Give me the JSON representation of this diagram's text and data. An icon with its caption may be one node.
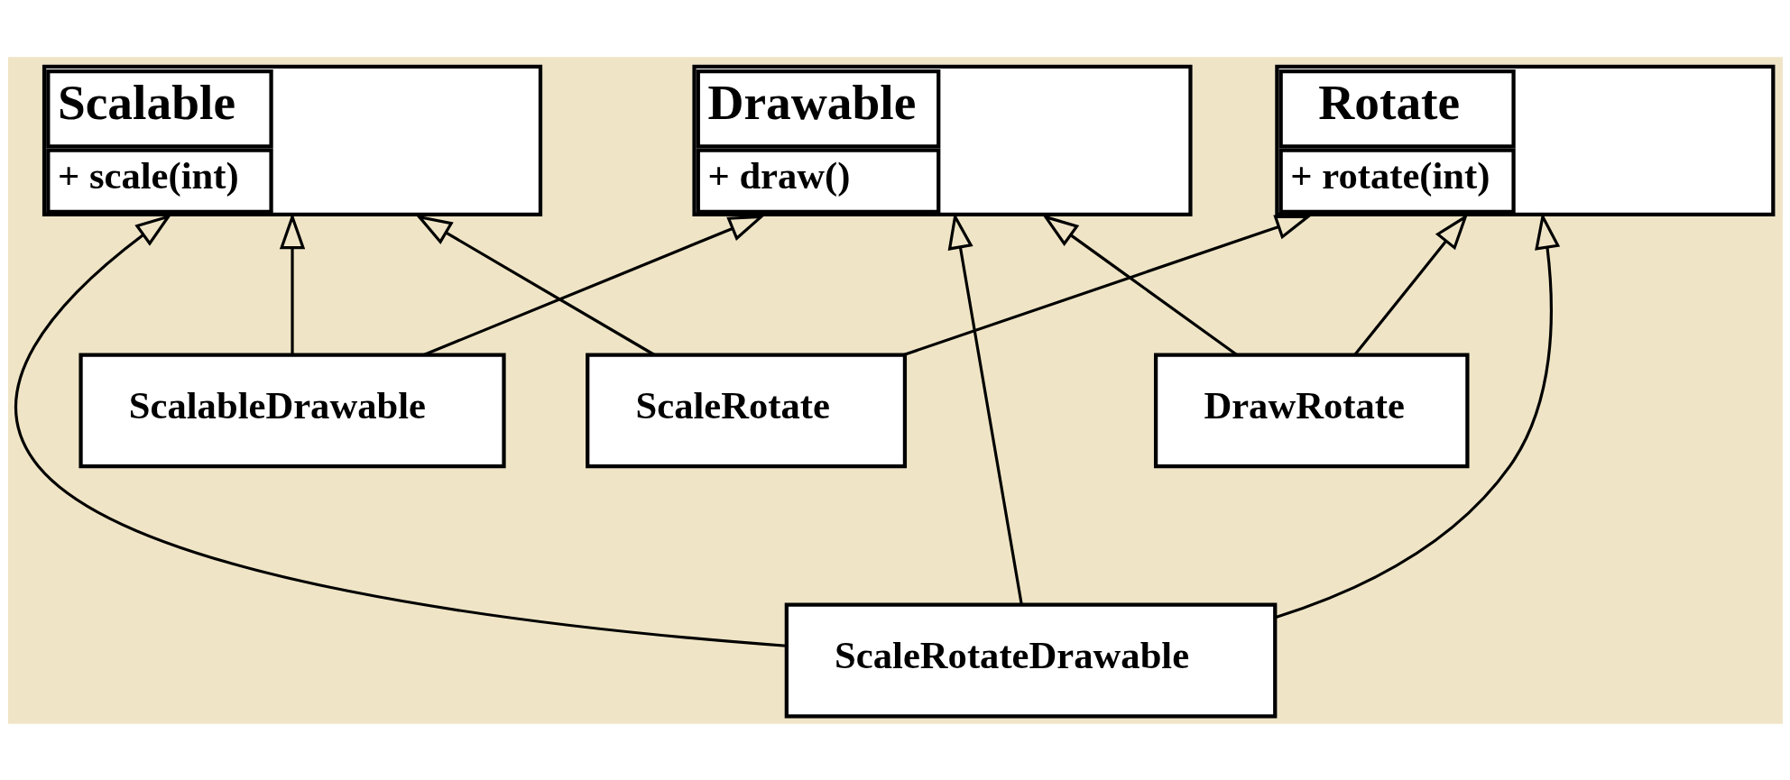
{
  "diagram": {
    "nodes": [
      {
        "text": [
          "Scalable",
          "+ scale(int)"
        ]
      },
      {
        "text": [
          "Drawable",
          "+ draw()"
        ]
      },
      {
        "text": [
          "Rotate",
          "+ rotate(int)"
        ]
      },
      {
        "text": [
          "ScalableDrawable"
        ]
      },
      {
        "text": [
          "DrawRotate"
        ]
      },
      {
        "text": [
          "ScaleRotate"
        ]
      },
      {
        "text": [
          "ScaleRotateDrawable"
        ]
      }
    ],
    "edges": [
      {
        "from": 3,
        "to": 0,
        "arrow": "to"
      },
      {
        "from": 3,
        "to": 1,
        "arrow": "to"
      },
      {
        "from": 4,
        "to": 1,
        "arrow": "to"
      },
      {
        "from": 4,
        "to": 2,
        "arrow": "to"
      },
      {
        "from": 5,
        "to": 0,
        "arrow": "to"
      },
      {
        "from": 5,
        "to": 2,
        "arrow": "to"
      },
      {
        "from": 6,
        "to": 0,
        "arrow": "to"
      },
      {
        "from": 6,
        "to": 1,
        "arrow": "to"
      },
      {
        "from": 6,
        "to": 2,
        "arrow": "to"
      }
    ]
  }
}
